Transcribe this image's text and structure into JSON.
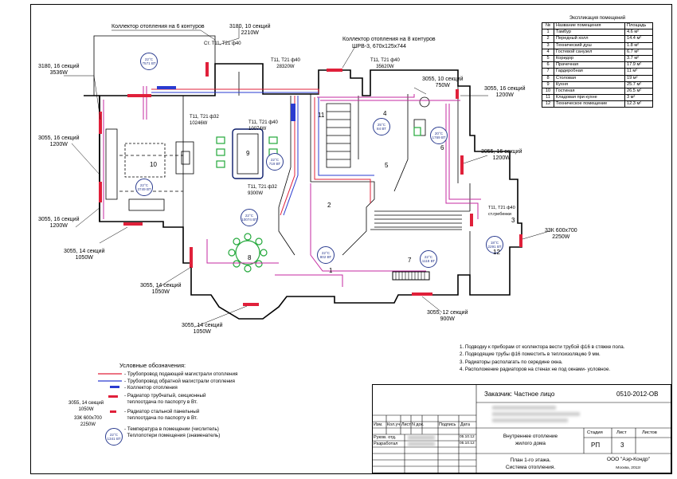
{
  "labels": {
    "kollektor6": "Коллектор отопления на 6 контуров",
    "kollektor8": "Коллектор отопления на 8 контуров",
    "kollektor8_model": "ШРВ-3, 670х125х744",
    "st_t11": "Ст. Т11, Т21 ф40",
    "t11_28320": "Т11, Т21 ф40",
    "w_28320": "28320W",
    "t11_35620": "Т11, Т21 ф40",
    "w_35620": "35620W",
    "t11_10246": "Т11, Т21 ф32",
    "w_10246": "10246W",
    "t11_10074": "Т11, Т21 ф40",
    "w_10074": "10074W",
    "t11_9300": "Т11, Т21 ф32",
    "w_9300": "9300W",
    "t11_grebenka": "Т11, Т21 ф40",
    "grebenka": "ст.гребенки"
  },
  "radiators": [
    {
      "id": "r3180a",
      "line1": "3180, 10 секций",
      "line2": "2210W"
    },
    {
      "id": "r3180b",
      "line1": "3180, 16 секций",
      "line2": "3536W"
    },
    {
      "id": "r3055a",
      "line1": "3055, 16 секций",
      "line2": "1200W"
    },
    {
      "id": "r3055b",
      "line1": "3055, 16 секций",
      "line2": "1200W"
    },
    {
      "id": "r3055c",
      "line1": "3055, 14 секций",
      "line2": "1050W"
    },
    {
      "id": "r3055d",
      "line1": "3055, 14 секций",
      "line2": "1050W"
    },
    {
      "id": "r3055e",
      "line1": "3055, 14 секций",
      "line2": "1050W"
    },
    {
      "id": "r3055f",
      "line1": "3055, 10 секций",
      "line2": "750W"
    },
    {
      "id": "r3055g",
      "line1": "3055, 16 секций",
      "line2": "1200W"
    },
    {
      "id": "r3055h",
      "line1": "3055, 16 секций",
      "line2": "1200W"
    },
    {
      "id": "r3055i",
      "line1": "3055, 12 секций",
      "line2": "900W"
    },
    {
      "id": "r33k",
      "line1": "33К 600х700",
      "line2": "2250W"
    }
  ],
  "temps": [
    {
      "t": "22°C",
      "w": "7571 ВТ"
    },
    {
      "t": "22°C",
      "w": "3749 ВТ"
    },
    {
      "t": "22°C",
      "w": "719 ВТ"
    },
    {
      "t": "22°C",
      "w": "10074 ВТ"
    },
    {
      "t": "22°C",
      "w": "802 ВТ"
    },
    {
      "t": "22°C",
      "w": "1118 ВТ"
    },
    {
      "t": "18°C",
      "w": "2291 ВТ"
    },
    {
      "t": "25°C",
      "w": "84 ВТ"
    },
    {
      "t": "20°C",
      "w": "1769 ВТ"
    }
  ],
  "rooms": [
    "1",
    "2",
    "3",
    "4",
    "5",
    "6",
    "7",
    "8",
    "9",
    "10",
    "11",
    "12"
  ],
  "explication": {
    "title": "Экспликация помещений",
    "headers": [
      "№",
      "Название помещения",
      "Площадь"
    ],
    "rows": [
      [
        "1",
        "Тамбур",
        "4.6 м²"
      ],
      [
        "2",
        "Передный холл",
        "14.4 м²"
      ],
      [
        "3",
        "Технический душ",
        "1.8 м²"
      ],
      [
        "4",
        "Гостевой санузел",
        "6.7 м²"
      ],
      [
        "5",
        "Коридор",
        "3.7 м²"
      ],
      [
        "6",
        "Прачечная",
        "17.9 м²"
      ],
      [
        "7",
        "Гардеробная",
        "11 м²"
      ],
      [
        "8",
        "Столовая",
        "19 м²"
      ],
      [
        "9",
        "Кухня",
        "25.7 м²"
      ],
      [
        "10",
        "Гостиная",
        "26.5 м²"
      ],
      [
        "11",
        "Кладовая при кухне",
        "3 м²"
      ],
      [
        "12",
        "Техническое помещение",
        "12.3 м²"
      ]
    ]
  },
  "notes": [
    "1. Подводку к приборам от коллектора вести трубой ф16 в стяжке пола.",
    "2. Подводящие трубы ф16 поместить в теплоизоляцию 9 мм.",
    "3. Радиаторы располагать по середине окна.",
    "4. Расположение радиаторов на стенах не под окнами- условное."
  ],
  "legend": {
    "title": "Условные обозначения:",
    "supply": "- Трубопровод подающей магистрали отопления",
    "return": "- Трубопровод обратной магистрали отопления",
    "collector": "- Коллектор отопления",
    "rad_tube_1": "- Радиатор трубчатый, секционный",
    "rad_tube_2": "теплоотдача по паспорту в Вт.",
    "rad_panel_1": "- Радиатор стальной панельный",
    "rad_panel_2": "теплоотдача по паспорту в Вт.",
    "temp_1": "- Температура в помещении (числитель)",
    "temp_2": "Теплопотери помещения (знаменатель)",
    "ex_tube_1": "3055, 14 секций",
    "ex_tube_2": "1050W",
    "ex_panel_1": "33К 600х700",
    "ex_panel_2": "2250W",
    "ex_temp_t": "22°C",
    "ex_temp_w": "1341 ВТ"
  },
  "titleblock": {
    "customer": "Заказчик: Частное лицо",
    "code": "0510-2012-ОВ",
    "cols": [
      "Изм.",
      "Кол.уч",
      "Лист",
      "N док.",
      "Подпись",
      "Дата"
    ],
    "object_1": "Внутреннее отопление",
    "object_2": "жилого дома",
    "stage_h": "Стадия",
    "sheet_h": "Лист",
    "sheets_h": "Листов",
    "stage": "РП",
    "sheet": "3",
    "sheets": "",
    "rukov": "Руков. отд.",
    "razrab": "Разработал",
    "date1": "05.10.12",
    "date2": "05.10.12",
    "plan_1": "План 1-го этажа.",
    "plan_2": "Система отопления.",
    "org": "ООО \"Аэр-Кондр\"",
    "city": "Москва, 2012г"
  },
  "colors": {
    "supply": "#e0203a",
    "return": "#2a3bd0",
    "collector": "#2a3bd0",
    "radiator": "#e0203a",
    "temp": "#2a3b8f",
    "wall": "#000000"
  }
}
